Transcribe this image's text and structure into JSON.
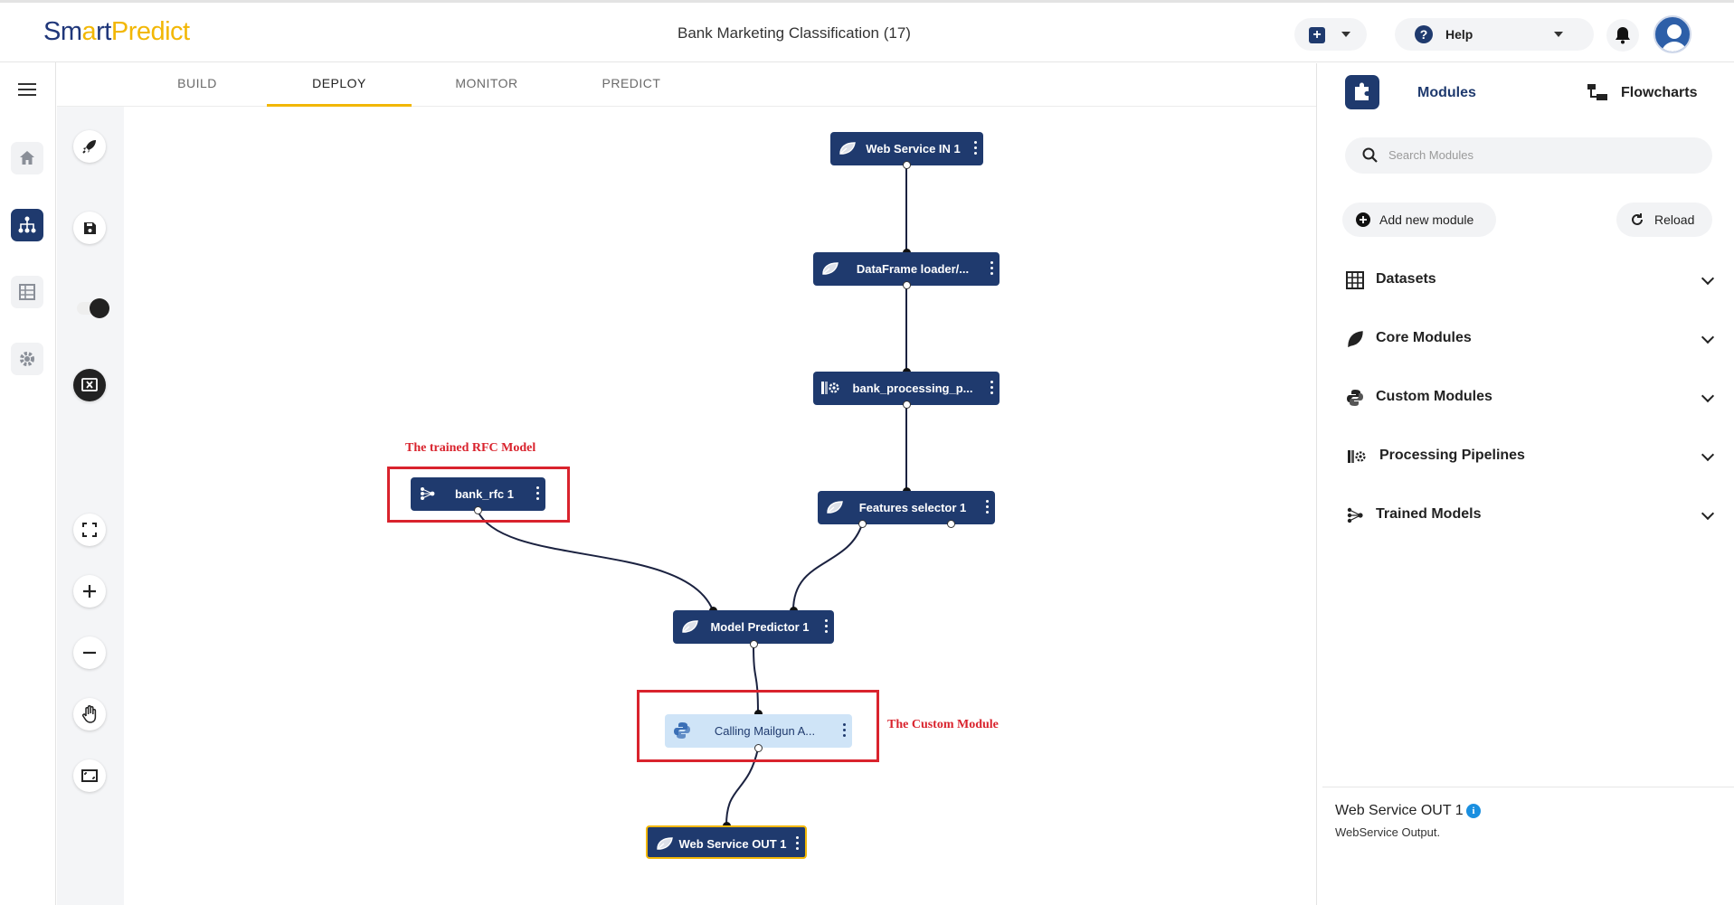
{
  "app": {
    "logo_part1": "Sm",
    "logo_part2": "a",
    "logo_part3": "rt",
    "logo_part4": "Predict",
    "project_title": "Bank Marketing Classification (17)",
    "help_label": "Help"
  },
  "tabs": [
    {
      "label": "BUILD"
    },
    {
      "label": "DEPLOY",
      "active": true
    },
    {
      "label": "MONITOR"
    },
    {
      "label": "PREDICT"
    }
  ],
  "nodes": {
    "web_service_in": "Web Service IN 1",
    "dataframe_loader": "DataFrame loader/...",
    "bank_processing": "bank_processing_p...",
    "features_selector": "Features selector 1",
    "bank_rfc": "bank_rfc 1",
    "model_predictor": "Model Predictor 1",
    "calling_mailgun": "Calling Mailgun A...",
    "web_service_out": "Web Service OUT 1"
  },
  "annotations": {
    "trained_model": "The trained RFC Model",
    "custom_module": "The Custom Module"
  },
  "right_panel": {
    "tab_modules": "Modules",
    "tab_flowcharts": "Flowcharts",
    "search_placeholder": "Search Modules",
    "add_new_module": "Add new module",
    "reload": "Reload",
    "categories": [
      {
        "label": "Datasets",
        "icon": "grid-icon"
      },
      {
        "label": "Core Modules",
        "icon": "leaf-icon"
      },
      {
        "label": "Custom Modules",
        "icon": "python-icon"
      },
      {
        "label": "Processing Pipelines",
        "icon": "pipeline-gear-icon"
      },
      {
        "label": "Trained Models",
        "icon": "model-icon"
      }
    ],
    "info": {
      "title": "Web Service OUT 1",
      "description": "WebService Output."
    }
  },
  "colors": {
    "brand_navy": "#1f3a6e",
    "accent_yellow": "#f2b705",
    "annotation_red": "#d9232d",
    "custom_node_light": "#cfe4f7",
    "info_blue": "#1a8fe0"
  }
}
